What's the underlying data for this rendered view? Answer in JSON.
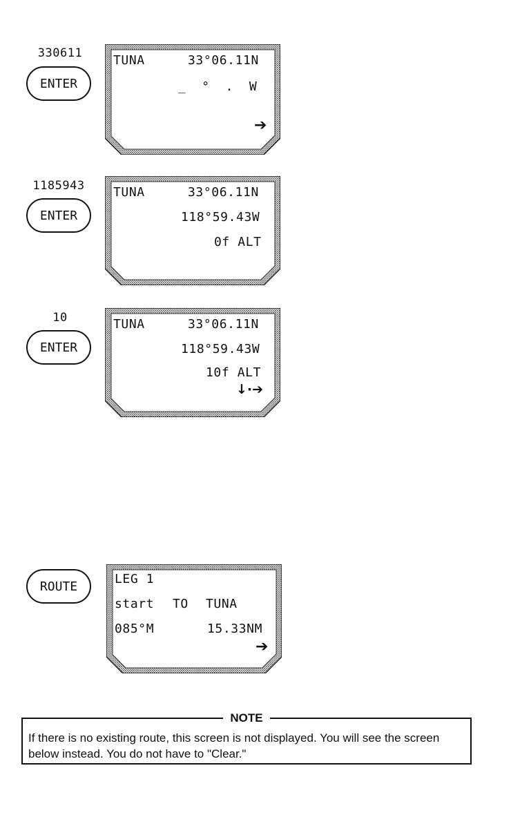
{
  "steps": [
    {
      "input": "330611",
      "key": "ENTER",
      "screen": {
        "name_line": "TUNA",
        "lat": "33°06.11N",
        "line2": "_  °  .  W",
        "line3": "",
        "arrow": "➔"
      }
    },
    {
      "input": "1185943",
      "key": "ENTER",
      "screen": {
        "name_line": "TUNA",
        "lat": "33°06.11N",
        "line2": "118°59.43W",
        "line3": "0f ALT",
        "arrow": ""
      }
    },
    {
      "input": "10",
      "key": "ENTER",
      "screen": {
        "name_line": "TUNA",
        "lat": "33°06.11N",
        "line2": "118°59.43W",
        "line3": "10f ALT",
        "arrow": "↓·➔"
      }
    }
  ],
  "route_step": {
    "key": "ROUTE",
    "screen": {
      "leg": "LEG 1",
      "row2_from": "start",
      "row2_to_word": "TO",
      "row2_dest": "TUNA",
      "bearing": "085°M",
      "distance": "15.33NM",
      "arrow": "➔"
    }
  },
  "note": {
    "title": "NOTE",
    "text": "If there is no existing route, this screen is not displayed. You will see the screen below instead. You do not have to \"Clear.\""
  }
}
